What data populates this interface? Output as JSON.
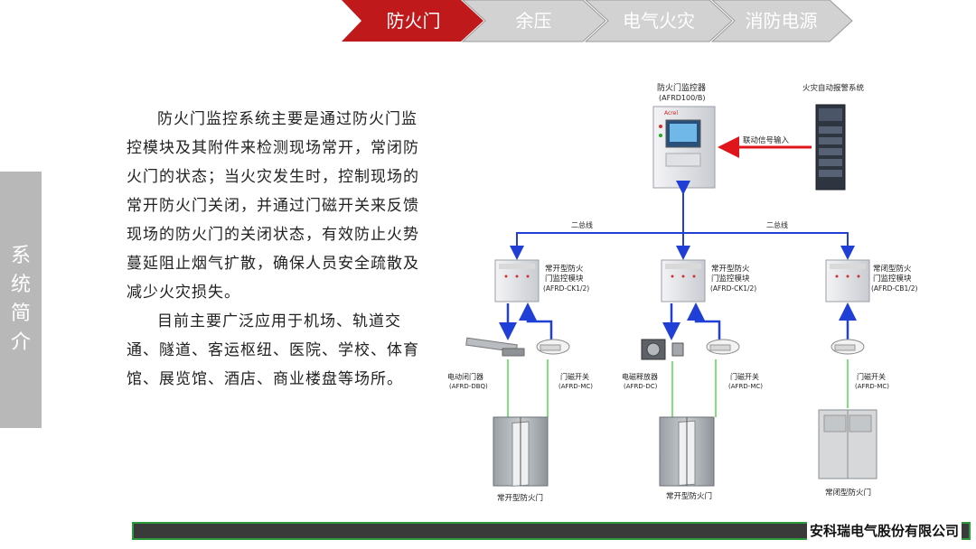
{
  "tabs": [
    {
      "label": "防火门",
      "active": true
    },
    {
      "label": "余压",
      "active": false
    },
    {
      "label": "电气火灾",
      "active": false
    },
    {
      "label": "消防电源",
      "active": false
    }
  ],
  "colors": {
    "tab_active": "#c0191b",
    "tab_inactive": "#cfcfcf",
    "arrow_blue": "#1f3fd6",
    "arrow_red": "#e0141b",
    "wire_green": "#7ee07e",
    "side_panel": "#b8b8b8",
    "footer_border": "#2c9a3c"
  },
  "side_title": [
    "系",
    "统",
    "简",
    "介"
  ],
  "intro": {
    "paragraph1": "防火门监控系统主要是通过防火门监控模块及其附件来检测现场常开，常闭防火门的状态；当火灾发生时，控制现场的常开防火门关闭，并通过门磁开关来反馈现场的防火门的关闭状态，有效防止火势蔓延阻止烟气扩散，确保人员安全疏散及减少火灾损失。",
    "paragraph2": "目前主要广泛应用于机场、轨道交通、隧道、客运枢纽、医院、学校、体育馆、展览馆、酒店、商业楼盘等场所。"
  },
  "diagram": {
    "controller": {
      "name": "防火门监控器",
      "model": "(AFRD100/B)"
    },
    "alarm_system": {
      "name": "火灾自动报警系统"
    },
    "linkage_label": "联动信号输入",
    "bus_label_left": "二总线",
    "bus_label_right": "二总线",
    "modules": [
      {
        "name": "常开型防火",
        "name2": "门监控模块",
        "model": "(AFRD-CK1/2)"
      },
      {
        "name": "常开型防火",
        "name2": "门监控模块",
        "model": "(AFRD-CK1/2)"
      },
      {
        "name": "常闭型防火",
        "name2": "门监控模块",
        "model": "(AFRD-CB1/2)"
      }
    ],
    "devices": [
      {
        "name": "电动闭门器",
        "model": "(AFRD-DBQ)"
      },
      {
        "name": "门磁开关",
        "model": "(AFRD-MC)"
      },
      {
        "name": "电磁释放器",
        "model": "(AFRD-DC)"
      },
      {
        "name": "门磁开关",
        "model": "(AFRD-MC)"
      },
      {
        "name": "门磁开关",
        "model": "(AFRD-MC)"
      }
    ],
    "doors": [
      "常开型防火门",
      "常开型防火门",
      "常闭型防火门"
    ]
  },
  "footer": {
    "company": "安科瑞电气股份有限公司"
  }
}
